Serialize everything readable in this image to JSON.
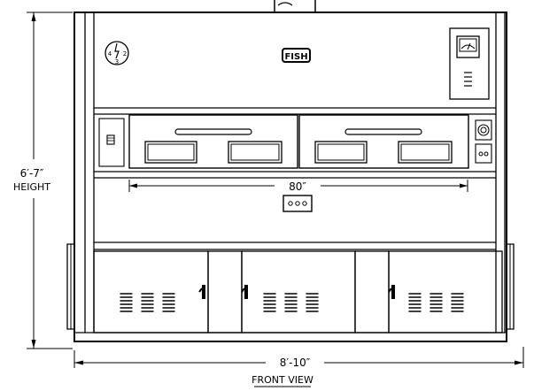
{
  "labels": {
    "height_value": "6′-7″",
    "height_word": "HEIGHT",
    "inner_width": "80″",
    "overall_width": "8′-10″",
    "view_title": "FRONT VIEW",
    "logo": "FISH",
    "dial_numbers": [
      "4",
      "3",
      "2"
    ]
  },
  "colors": {
    "line": "#000000",
    "background": "#ffffff"
  }
}
